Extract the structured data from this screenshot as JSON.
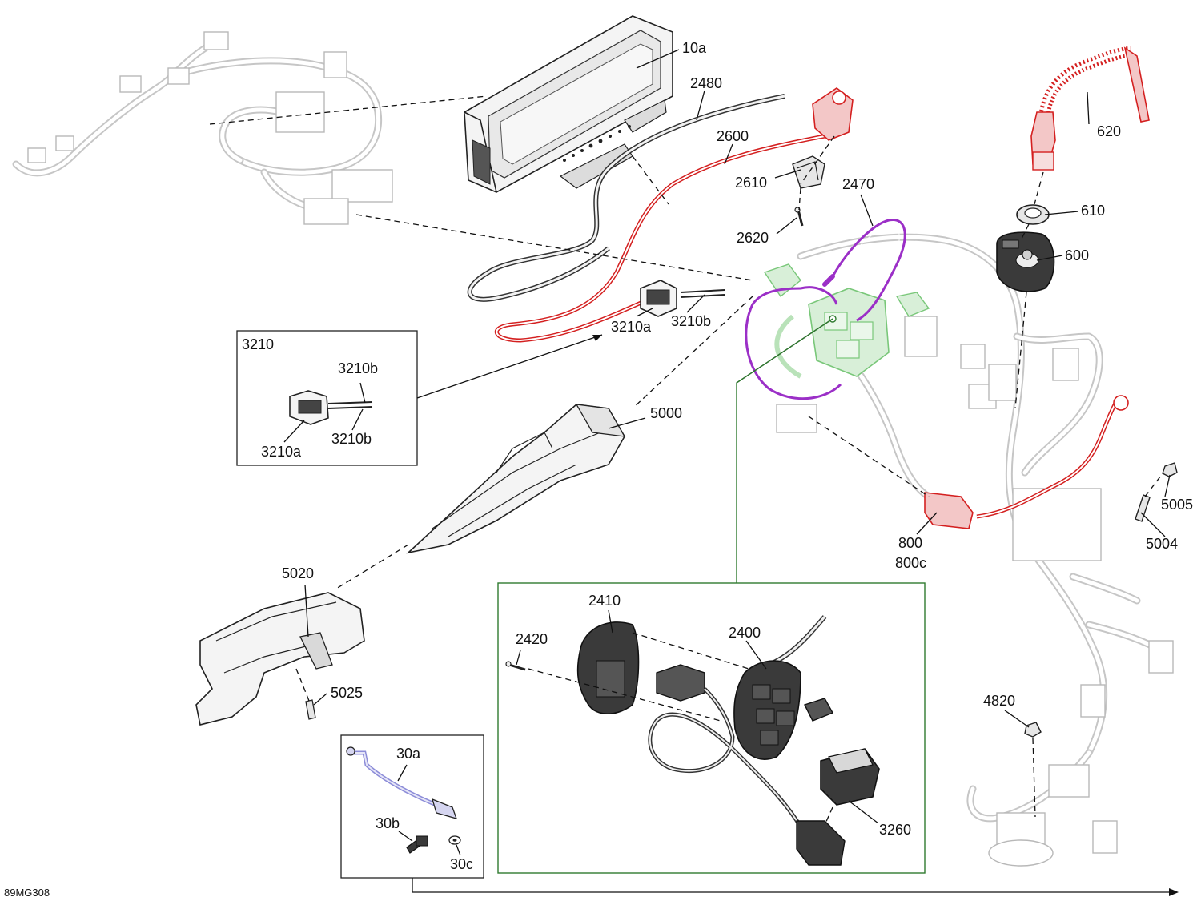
{
  "figure_code": "89MG308",
  "colors": {
    "callout_line": "#111111",
    "red_parts": "#d42020",
    "purple_harness": "#9b2fc7",
    "green_highlight": "#79c779",
    "detail_frame_green": "#2f7a2f",
    "ghost_gray": "#c6c6c6",
    "lilac_cable": "#8c8cd8"
  },
  "labels": {
    "p10a": "10a",
    "p2480": "2480",
    "p2600": "2600",
    "p2610": "2610",
    "p2620": "2620",
    "p2470": "2470",
    "p620": "620",
    "p610": "610",
    "p600": "600",
    "p3210a_top": "3210a",
    "p3210b_top": "3210b",
    "p3210_box": "3210",
    "p3210b_box1": "3210b",
    "p3210b_box2": "3210b",
    "p3210a_box": "3210a",
    "p5000": "5000",
    "p5005": "5005",
    "p5004": "5004",
    "p800": "800",
    "p800c": "800c",
    "p5020": "5020",
    "p5025": "5025",
    "p2410": "2410",
    "p2400": "2400",
    "p2420": "2420",
    "p3260": "3260",
    "p4820": "4820",
    "p30a": "30a",
    "p30b": "30b",
    "p30c": "30c"
  }
}
